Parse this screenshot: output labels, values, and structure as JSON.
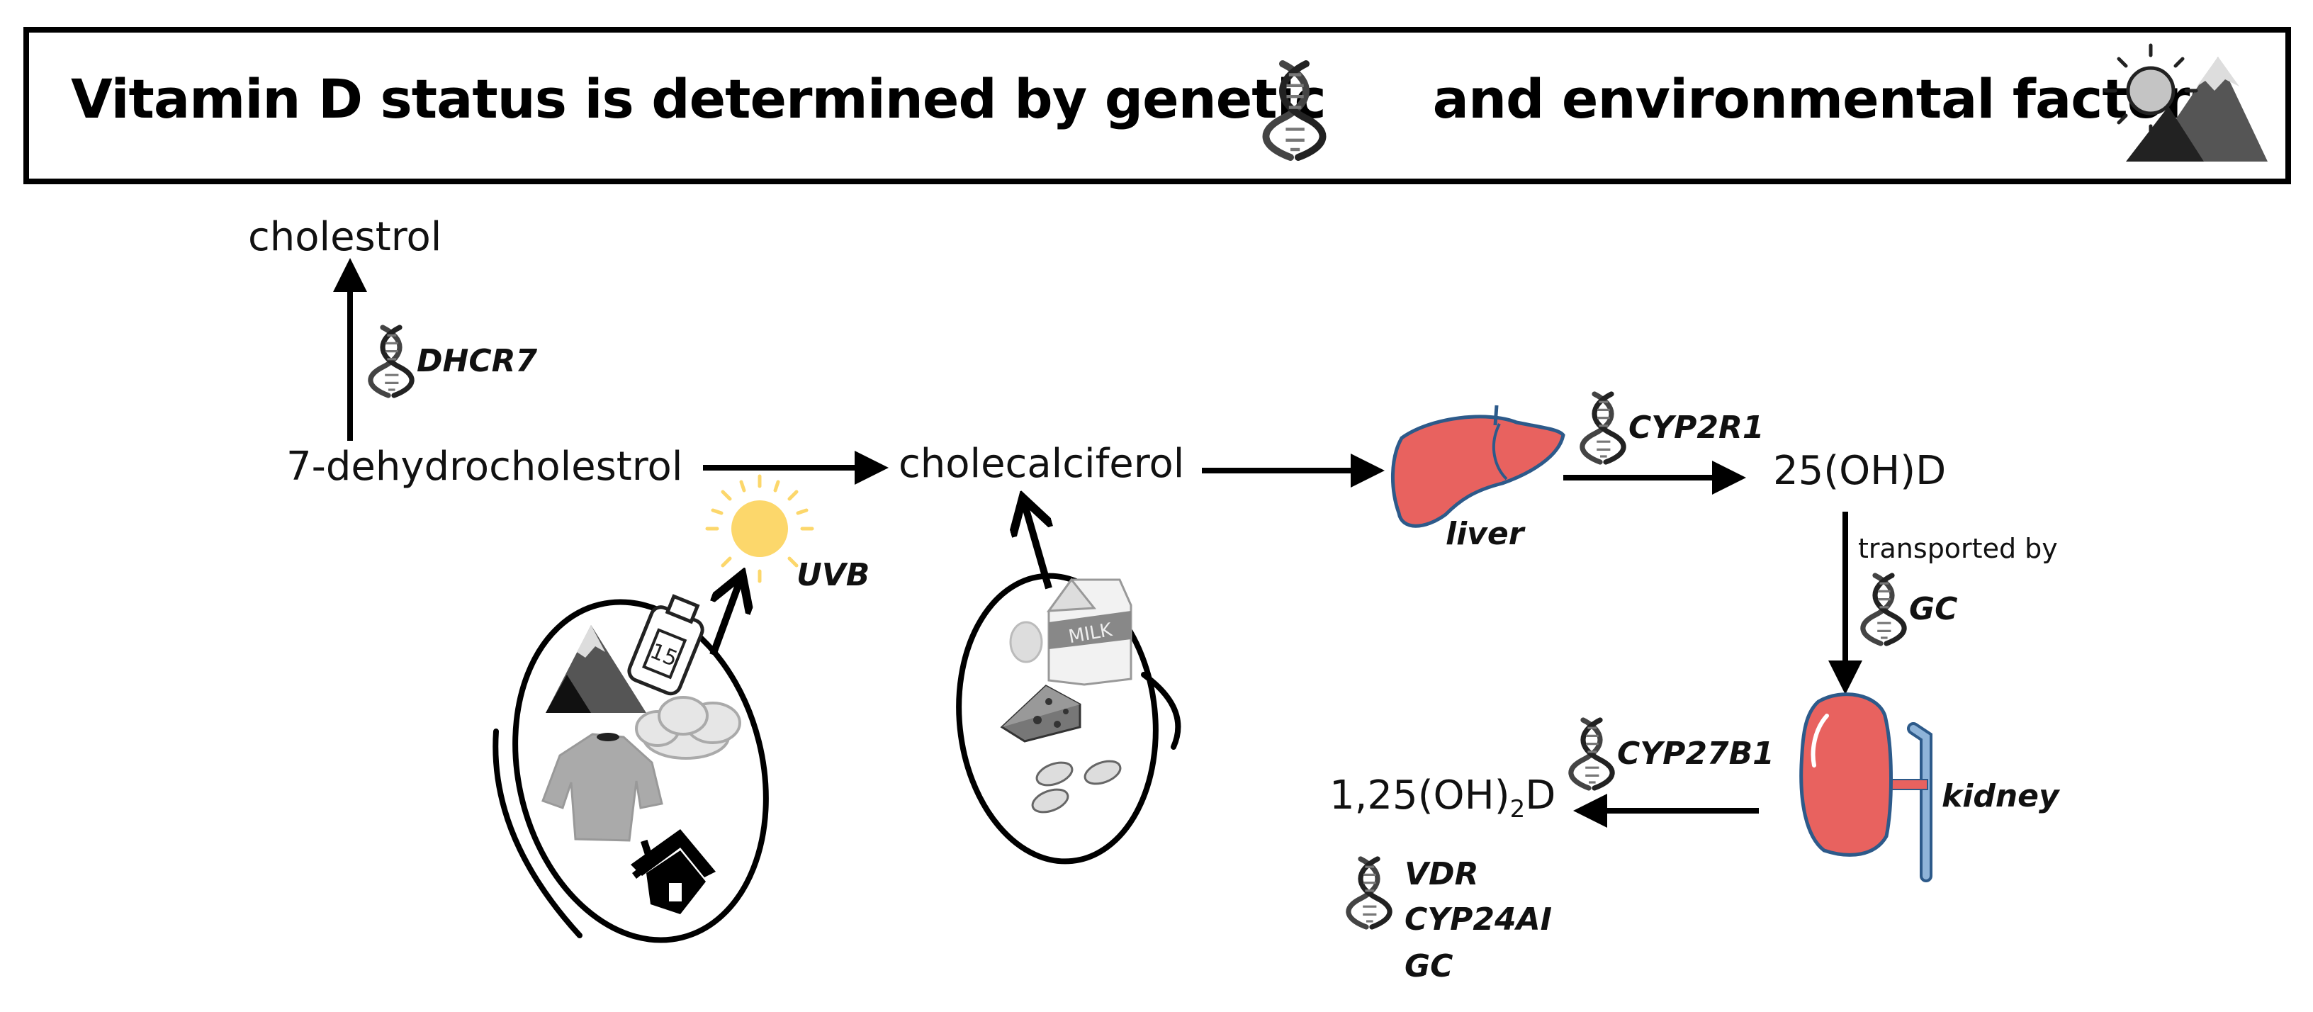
{
  "title": {
    "part1": "Vitamin D status is determined by genetic",
    "part2": "and environmental factors"
  },
  "compounds": {
    "cholesterol": "cholestrol",
    "dehydro": "7-dehydrocholestrol",
    "cholecalciferol": "cholecalciferol",
    "ohd25": "25(OH)D",
    "calcitriol_prefix": "1,25(OH)",
    "calcitriol_sub": "2",
    "calcitriol_suffix": "D"
  },
  "genes": {
    "dhcr7": "DHCR7",
    "cyp2r1": "CYP2R1",
    "gc": "GC",
    "cyp27b1": "CYP27B1",
    "vdr": "VDR",
    "cyp24a1": "CYP24AI",
    "gc2": "GC"
  },
  "organs": {
    "liver": "liver",
    "kidney": "kidney"
  },
  "labels": {
    "uvb": "UVB",
    "transported_by": "transported by",
    "milk": "MILK",
    "spf": "15"
  },
  "colors": {
    "organ_red": "#e8625f",
    "organ_outline": "#2d5a8a",
    "vessel_blue": "#8fb4d9",
    "sun_yellow": "#fcd76b",
    "dna_gray": "#555555"
  },
  "icons": [
    "dna-icon",
    "sun-icon",
    "mountain-icon",
    "liver-icon",
    "kidney-icon",
    "sunscreen-icon",
    "cloud-icon",
    "sweater-icon",
    "house-icon",
    "milk-carton-icon",
    "egg-icon",
    "cheese-icon",
    "supplement-pills-icon"
  ]
}
